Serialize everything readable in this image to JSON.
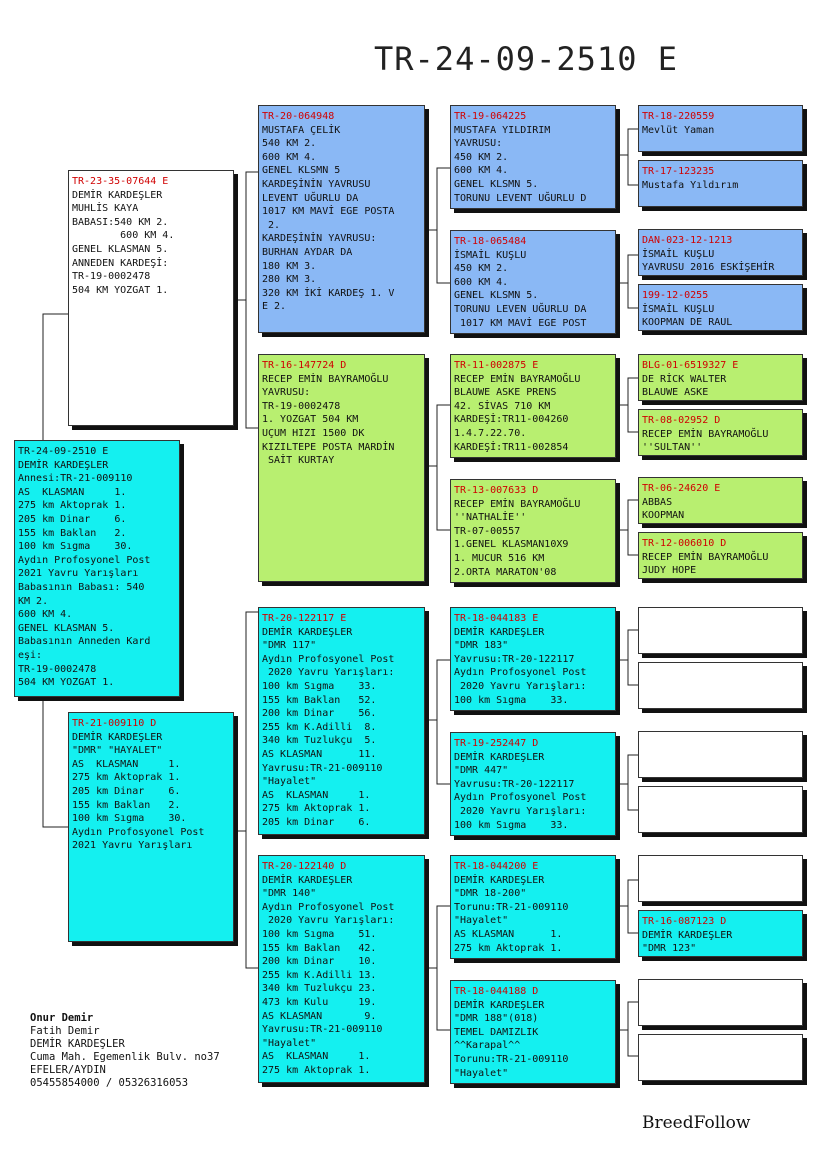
{
  "title": "TR-24-09-2510 E",
  "pedigree": {
    "subject": [
      "TR-24-09-2510 E",
      "DEMİR KARDEŞLER",
      "Annesi:TR-21-009110",
      "AS  KLASMAN     1.",
      "275 km Aktoprak 1.",
      "205 km Dinar    6.",
      "155 km Baklan   2.",
      "100 km Sıgma    30.",
      "Aydın Profosyonel Post",
      "2021 Yavru Yarışları",
      "Babasının Babası: 540",
      "KM 2.",
      "600 KM 4.",
      "GENEL KLASMAN 5.",
      "Babasının Anneden Kard",
      "eşi:",
      "TR-19-0002478",
      "504 KM YOZGAT 1."
    ],
    "sire": [
      "TR-23-35-07644 E",
      "DEMİR KARDEŞLER",
      "MUHLİS KAYA",
      "BABASI:540 KM 2.",
      "        600 KM 4.",
      "GENEL KLASMAN 5.",
      "ANNEDEN KARDEŞİ:",
      "TR-19-0002478",
      "504 KM YOZGAT 1."
    ],
    "dam": [
      "TR-21-009110 D",
      "DEMİR KARDEŞLER",
      "\"DMR\" \"HAYALET\"",
      "AS  KLASMAN     1.",
      "275 km Aktoprak 1.",
      "205 km Dinar    6.",
      "155 km Baklan   2.",
      "100 km Sıgma    30.",
      "Aydın Profosyonel Post",
      "2021 Yavru Yarışları"
    ],
    "ss": [
      "TR-20-064948",
      "MUSTAFA ÇELİK",
      "540 KM 2.",
      "600 KM 4.",
      "GENEL KLSMN 5",
      "KARDEŞİNİN YAVRUSU",
      "LEVENT UĞURLU DA",
      "1017 KM MAVİ EGE POSTA",
      " 2.",
      "KARDEŞİNİN YAVRUSU:",
      "BURHAN AYDAR DA",
      "180 KM 3.",
      "280 KM 3.",
      "320 KM İKİ KARDEŞ 1. V",
      "E 2."
    ],
    "sd": [
      "TR-16-147724 D",
      "RECEP EMİN BAYRAMOĞLU",
      "YAVRUSU:",
      "TR-19-0002478",
      "1. YOZGAT 504 KM",
      "UÇUM HIZI 1500 DK",
      "KIZILTEPE POSTA MARDİN",
      " SAİT KURTAY"
    ],
    "ds": [
      "TR-20-122117 E",
      "DEMİR KARDEŞLER",
      "\"DMR 117\"",
      "Aydın Profosyonel Post",
      " 2020 Yavru Yarışları:",
      "100 km Sıgma    33.",
      "155 km Baklan   52.",
      "200 km Dinar    56.",
      "255 km K.Adilli  8.",
      "340 km Tuzlukçu  5.",
      "AS KLASMAN      11.",
      "Yavrusu:TR-21-009110",
      "\"Hayalet\"",
      "AS  KLASMAN     1.",
      "275 km Aktoprak 1.",
      "205 km Dinar    6."
    ],
    "dd": [
      "TR-20-122140 D",
      "DEMİR KARDEŞLER",
      "\"DMR 140\"",
      "Aydın Profosyonel Post",
      " 2020 Yavru Yarışları:",
      "100 km Sıgma    51.",
      "155 km Baklan   42.",
      "200 km Dinar    10.",
      "255 km K.Adilli 13.",
      "340 km Tuzlukçu 23.",
      "473 km Kulu     19.",
      "AS KLASMAN       9.",
      "Yavrusu:TR-21-009110",
      "\"Hayalet\"",
      "AS  KLASMAN     1.",
      "275 km Aktoprak 1."
    ],
    "sss": [
      "TR-19-064225",
      "MUSTAFA YILDIRIM",
      "YAVRUSU:",
      "450 KM 2.",
      "600 KM 4.",
      "GENEL KLSMN 5.",
      "TORUNU LEVENT UĞURLU D"
    ],
    "ssd": [
      "TR-18-065484",
      "İSMAİL KUŞLU",
      "450 KM 2.",
      "600 KM 4.",
      "GENEL KLSMN 5.",
      "TORUNU LEVEN UĞURLU DA",
      " 1017 KM MAVİ EGE POST"
    ],
    "sds": [
      "TR-11-002875 E",
      "RECEP EMİN BAYRAMOĞLU",
      "BLAUWE ASKE PRENS",
      "42. SİVAS 710 KM",
      "KARDEŞİ:TR11-004260",
      "1.4.7.22.70.",
      "KARDEŞİ:TR11-002854"
    ],
    "sdd": [
      "TR-13-007633 D",
      "RECEP EMİN BAYRAMOĞLU",
      "''NATHALİE''",
      "TR-07-00557",
      "1.GENEL KLASMAN10X9",
      "1. MUCUR 516 KM",
      "2.ORTA MARATON'08"
    ],
    "dss": [
      "TR-18-044183 E",
      "DEMİR KARDEŞLER",
      "\"DMR 183\"",
      "Yavrusu:TR-20-122117",
      "Aydın Profosyonel Post",
      " 2020 Yavru Yarışları:",
      "100 km Sıgma    33."
    ],
    "dsd": [
      "TR-19-252447 D",
      "DEMİR KARDEŞLER",
      "\"DMR 447\"",
      "Yavrusu:TR-20-122117",
      "Aydın Profosyonel Post",
      " 2020 Yavru Yarışları:",
      "100 km Sıgma    33."
    ],
    "dds": [
      "TR-18-044200 E",
      "DEMİR KARDEŞLER",
      "\"DMR 18-200\"",
      "Torunu:TR-21-009110",
      "\"Hayalet\"",
      "AS KLASMAN      1.",
      "275 km Aktoprak 1."
    ],
    "ddd": [
      "TR-18-044188 D",
      "DEMİR KARDEŞLER",
      "\"DMR 188\"(018)",
      "TEMEL DAMIZLIK",
      "^^Karapal^^",
      "Torunu:TR-21-009110",
      "\"Hayalet\""
    ],
    "ssss": [
      "TR-18-220559",
      "Mevlüt Yaman"
    ],
    "sssd": [
      "TR-17-123235",
      "Mustafa Yıldırım"
    ],
    "ssds": [
      "DAN-023-12-1213",
      "İSMAİL KUŞLU",
      "YAVRUSU 2016 ESKİŞEHİR"
    ],
    "ssdd": [
      "199-12-0255",
      "İSMAİL KUŞLU",
      "KOOPMAN DE RAUL"
    ],
    "sdss": [
      "BLG-01-6519327 E",
      "DE RİCK WALTER",
      "BLAUWE ASKE"
    ],
    "sdsd": [
      "TR-08-02952 D",
      "RECEP EMİN BAYRAMOĞLU",
      "''SULTAN''"
    ],
    "sdds": [
      "TR-06-24620 E",
      "ABBAS",
      "KOOPMAN"
    ],
    "sddd": [
      "TR-12-006010 D",
      "RECEP EMİN BAYRAMOĞLU",
      "JUDY HOPE"
    ],
    "dsss": [],
    "dssd": [],
    "dsds": [],
    "dsdd": [],
    "ddss": [],
    "ddsd": [
      "TR-16-087123 D",
      "DEMİR KARDEŞLER",
      "\"DMR 123\""
    ],
    "ddds": [],
    "dddd": []
  },
  "owner": [
    "Onur Demir",
    "Fatih Demir",
    "DEMİR KARDEŞLER",
    "Cuma Mah. Egemenlik Bulv. no37",
    "EFELER/AYDIN",
    "05455854000 / 05326316053"
  ],
  "brand": "BreedFollow",
  "colors": {
    "blue": "#8ab8f5",
    "green": "#b8ef70",
    "cyan": "#14f0f0",
    "white": "#ffffff",
    "ring_number": "#d00000"
  }
}
